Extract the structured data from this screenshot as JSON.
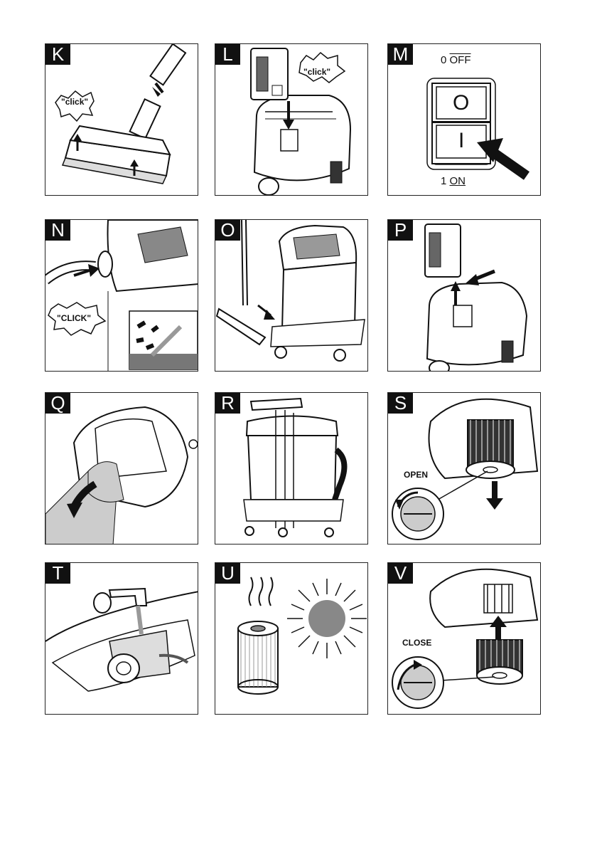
{
  "panels": [
    {
      "letter": "K"
    },
    {
      "letter": "L"
    },
    {
      "letter": "M"
    },
    {
      "letter": "N"
    },
    {
      "letter": "O"
    },
    {
      "letter": "P"
    },
    {
      "letter": "Q"
    },
    {
      "letter": "R"
    },
    {
      "letter": "S"
    },
    {
      "letter": "T"
    },
    {
      "letter": "U"
    },
    {
      "letter": "V"
    }
  ],
  "k": {
    "click": "\"click\""
  },
  "l": {
    "click": "\"click\""
  },
  "m": {
    "off_num": "0",
    "off_word": "OFF",
    "btn_off": "O",
    "btn_on": "I",
    "on_num": "1",
    "on_word": "ON"
  },
  "n": {
    "click": "\"CLICK\""
  },
  "s": {
    "open": "OPEN"
  },
  "v": {
    "close": "CLOSE"
  }
}
